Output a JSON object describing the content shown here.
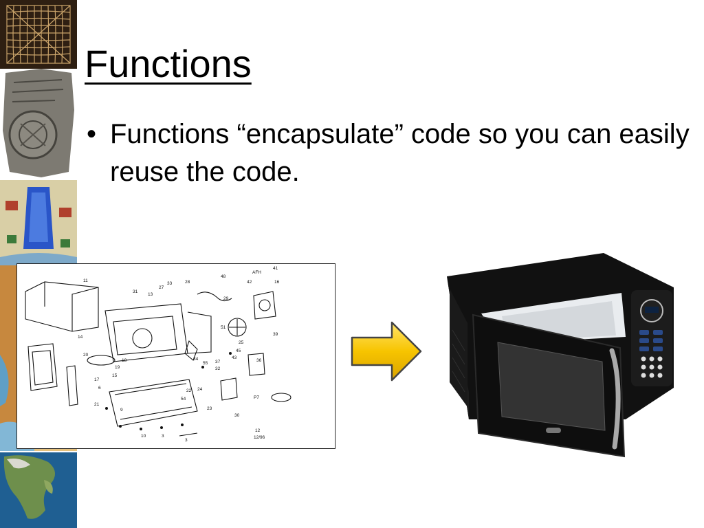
{
  "slide": {
    "title": "Functions",
    "bullets": [
      "Functions “encapsulate” code so you can easily reuse the code."
    ]
  },
  "diagram": {
    "page_code": "12/96",
    "part_labels": [
      "11",
      "31",
      "13",
      "33",
      "27",
      "28",
      "48",
      "41",
      "AFH",
      "42",
      "16",
      "29",
      "14",
      "25",
      "51",
      "45",
      "39",
      "20",
      "18",
      "19",
      "15",
      "17",
      "21",
      "34",
      "55",
      "37",
      "32",
      "43",
      "36",
      "24",
      "22",
      "54",
      "23",
      "30",
      "P7",
      "10",
      "3",
      "6",
      "9",
      "3",
      "12"
    ]
  },
  "colors": {
    "arrow_fill": "#f7c400",
    "arrow_stroke": "#444444",
    "microwave_body": "#151515",
    "microwave_keypad": "#2a4a8a"
  },
  "images": {
    "map_strip": [
      "grid-map",
      "tablet-map",
      "color-map",
      "coast-map",
      "globe-map"
    ],
    "microwave": "microwave-oven-photo",
    "diagram": "exploded-parts-diagram"
  }
}
